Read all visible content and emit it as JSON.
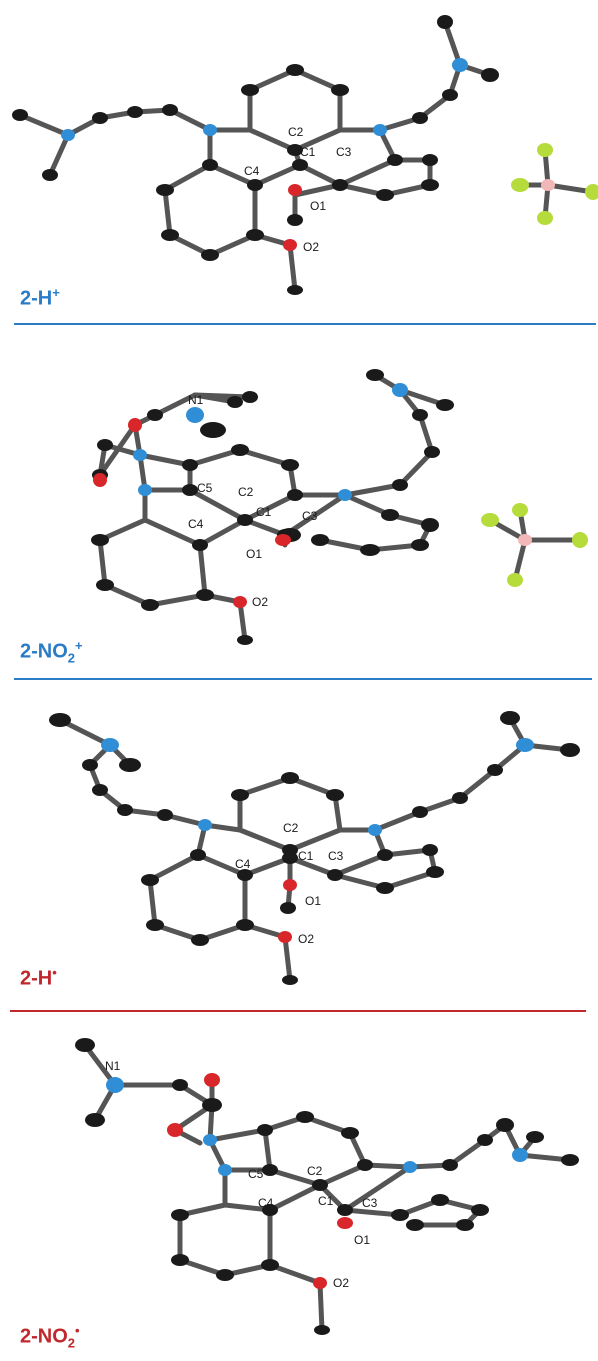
{
  "colors": {
    "cation": "#2a7cc7",
    "radical": "#c0282d",
    "carbon": "#1a1a1a",
    "nitrogen": "#2f8ed6",
    "oxygen": "#d8262a",
    "fluorine": "#b6dc3c",
    "boron": "#f2b7b7"
  },
  "panels": [
    {
      "id": "p1",
      "title_main": "2-H",
      "title_sup": "+",
      "title_sub": "",
      "title_color": "cation",
      "labels": [
        "C2",
        "C1",
        "C3",
        "C4",
        "O1",
        "O2"
      ]
    },
    {
      "id": "p2",
      "title_main": "2-NO",
      "title_sub": "2",
      "title_sup": "+",
      "title_color": "cation",
      "labels": [
        "N1",
        "C5",
        "C2",
        "C1",
        "C3",
        "C4",
        "O1",
        "O2"
      ]
    },
    {
      "id": "p3",
      "title_main": "2-H",
      "title_sup": "•",
      "title_sub": "",
      "title_color": "radical",
      "labels": [
        "C2",
        "C1",
        "C3",
        "C4",
        "O1",
        "O2"
      ]
    },
    {
      "id": "p4",
      "title_main": "2-NO",
      "title_sub": "2",
      "title_sup": "•",
      "title_color": "radical",
      "labels": [
        "N1",
        "C5",
        "C2",
        "C1",
        "C3",
        "C4",
        "O1",
        "O2"
      ]
    }
  ]
}
